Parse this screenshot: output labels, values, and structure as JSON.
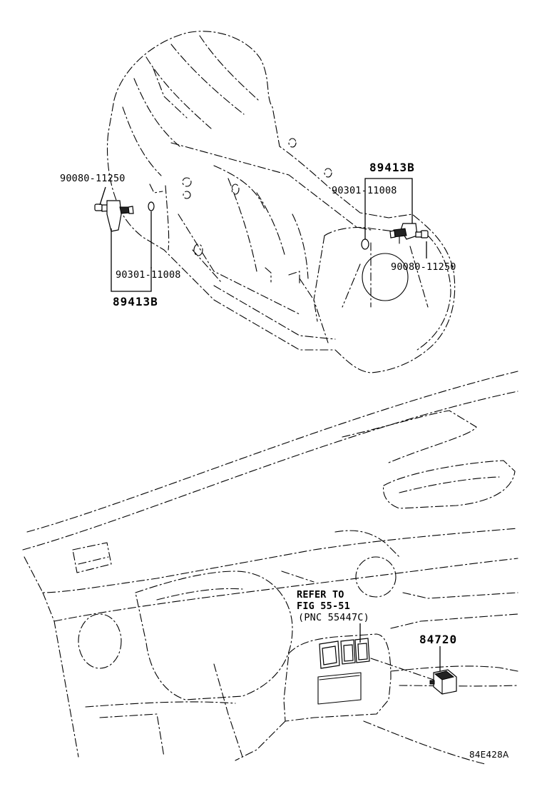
{
  "callouts": {
    "left_bolt": "90080-11250",
    "left_plug": "90301-11008",
    "left_sensor": "89413B",
    "right_sensor": "89413B",
    "right_plug": "90301-11008",
    "right_bolt": "90080-11250",
    "switch": "84720"
  },
  "note": {
    "line1": "REFER TO",
    "line2": "FIG 55-51",
    "line3": "(PNC 55447C)"
  },
  "figure_code": "84E428A"
}
